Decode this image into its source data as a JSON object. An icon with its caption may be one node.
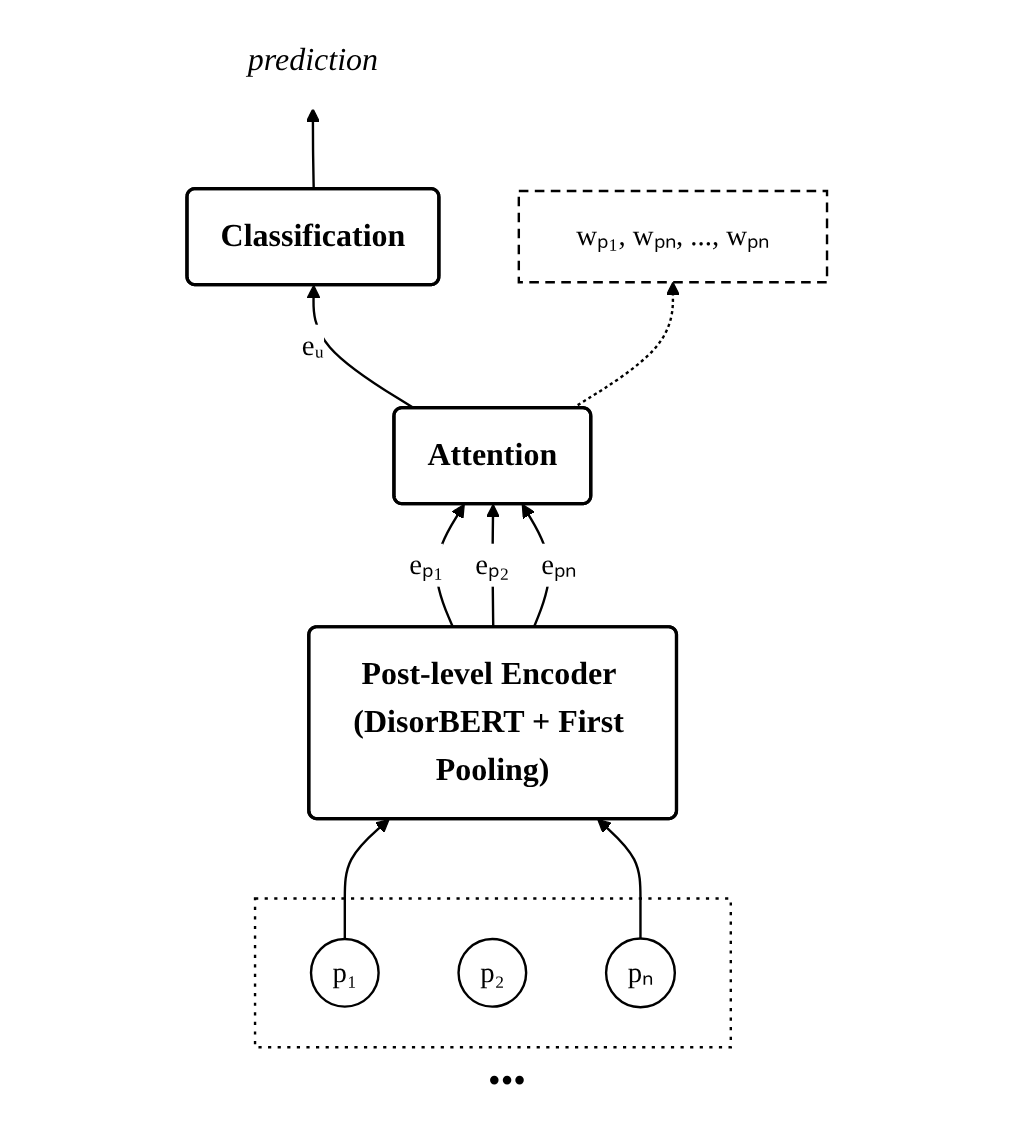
{
  "diagram": {
    "nodes": [
      {
        "text": [
          "Classification"
        ]
      },
      {
        "text": [
          "prediction"
        ]
      },
      {
        "text": [
          "Attention"
        ]
      },
      {
        "text": [
          "wₚ₁, wₚₙ, ..., wₚₙ"
        ]
      },
      {
        "text": [
          "Post-level Encoder (DisorBERT + First Pooling)"
        ]
      },
      {
        "text": [],
        "shape": "box"
      },
      {
        "text": [
          "p₁"
        ],
        "in": 5
      },
      {
        "text": [
          "p₂"
        ],
        "in": 5
      },
      {
        "text": [
          "pₙ"
        ],
        "in": 5
      }
    ],
    "edges": [
      {
        "from": 0,
        "to": 1,
        "arrow": "to"
      },
      {
        "from": 2,
        "to": 0,
        "arrow": "to",
        "label": "eᵤ"
      },
      {
        "from": 2,
        "to": 3,
        "arrow": "to",
        "style": "dashed"
      },
      {
        "from": 4,
        "to": 2,
        "arrow": "to",
        "label": "eₚ₁"
      },
      {
        "from": 4,
        "to": 2,
        "arrow": "to",
        "label": "eₚ₂"
      },
      {
        "from": 4,
        "to": 2,
        "arrow": "to",
        "label": "eₚₙ"
      },
      {
        "from": 6,
        "to": 4,
        "arrow": "to"
      },
      {
        "from": 8,
        "to": 4,
        "arrow": "to"
      }
    ],
    "labels": [
      "•••"
    ]
  }
}
